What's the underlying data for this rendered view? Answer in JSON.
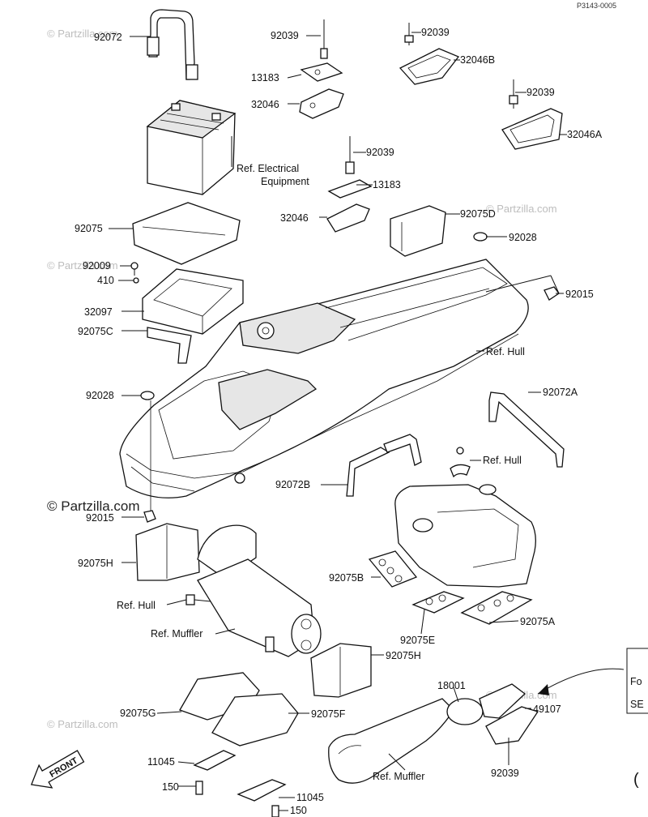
{
  "ref_code": "P3143-0005",
  "watermark": {
    "text": "© Partzilla.com",
    "main": "© Partzilla.com"
  },
  "front_marker": "FRONT",
  "note_box": {
    "line1": "Fo",
    "line2": "SE"
  },
  "labels": {
    "l_92072": "92072",
    "l_92039_a": "92039",
    "l_13183_a": "13183",
    "l_32046_a": "32046",
    "l_92039_b": "92039",
    "l_32046B": "32046B",
    "l_92039_c": "92039",
    "l_32046A": "32046A",
    "l_ref_elec_1": "Ref. Electrical",
    "l_ref_elec_2": "Equipment",
    "l_92039_d": "92039",
    "l_13183_b": "13183",
    "l_92075": "92075",
    "l_32046_b": "32046",
    "l_92075D": "92075D",
    "l_92028_a": "92028",
    "l_92009": "92009",
    "l_410": "410",
    "l_92015_a": "92015",
    "l_32097": "32097",
    "l_92075C": "92075C",
    "l_ref_hull_a": "Ref. Hull",
    "l_92028_b": "92028",
    "l_92072A": "92072A",
    "l_ref_hull_b": "Ref. Hull",
    "l_92072B": "92072B",
    "l_92015_b": "92015",
    "l_92075H_a": "92075H",
    "l_92075B": "92075B",
    "l_ref_hull_c": "Ref. Hull",
    "l_92075E": "92075E",
    "l_92075A": "92075A",
    "l_ref_muffler_a": "Ref. Muffler",
    "l_92075H_b": "92075H",
    "l_18001": "18001",
    "l_49107": "49107",
    "l_92075G": "92075G",
    "l_92075F": "92075F",
    "l_92039_e": "92039",
    "l_11045_a": "11045",
    "l_11045_b": "11045",
    "l_ref_muffler_b": "Ref. Muffler",
    "l_150_a": "150",
    "l_150_b": "150"
  }
}
